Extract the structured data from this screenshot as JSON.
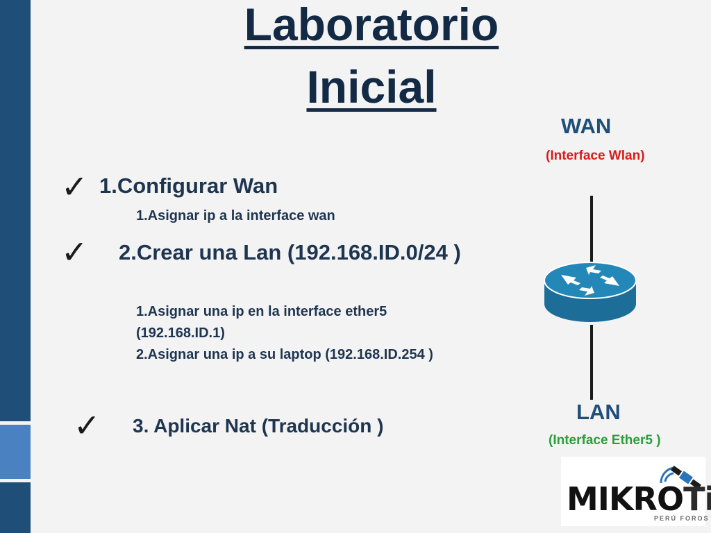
{
  "title": {
    "line1": "Laboratorio",
    "line2": "Inicial"
  },
  "steps": [
    {
      "label": "1.Configurar Wan",
      "sub": [
        "1.Asignar ip a  la interface wan"
      ]
    },
    {
      "label": "2.Crear una Lan  (192.168.ID.0/24 )",
      "sub": [
        "1.Asignar una ip en la interface ether5",
        "(192.168.ID.1)",
        "2.Asignar una ip a su laptop (192.168.ID.254 )"
      ]
    },
    {
      "label": "3. Aplicar Nat (Traducción )",
      "sub": []
    }
  ],
  "check_glyph": "✓",
  "diagram": {
    "wan_label": "WAN",
    "wan_interface": "(Interface Wlan)",
    "lan_label": "LAN",
    "lan_interface": "(Interface Ether5 )",
    "router_icon": "router-icon"
  },
  "logo": {
    "text_a": "MIKRO",
    "text_b": "Tik",
    "sub": "PERÚ FOROS"
  },
  "colors": {
    "sidebar_dark": "#1f4e79",
    "sidebar_light": "#4a82c1",
    "router": "#1c6e98",
    "wan_iface": "#d81b1b",
    "lan_iface": "#2a9e3a"
  }
}
